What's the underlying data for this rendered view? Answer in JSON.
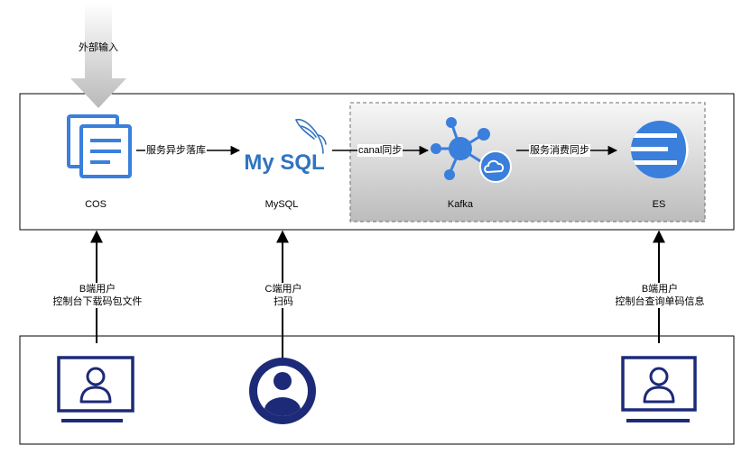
{
  "external_input": {
    "label": "外部输入"
  },
  "nodes": {
    "cos": {
      "label": "COS"
    },
    "mysql": {
      "label": "MySQL",
      "logo_text": "My SQL"
    },
    "kafka": {
      "label": "Kafka"
    },
    "es": {
      "label": "ES"
    }
  },
  "flows": {
    "cos_to_mysql": "服务异步落库",
    "mysql_to_kafka": "canal同步",
    "kafka_to_es": "服务消费同步"
  },
  "users": {
    "b_left": {
      "line1": "B端用户",
      "line2": "控制台下载码包文件"
    },
    "c": {
      "line1": "C端用户",
      "line2": "扫码"
    },
    "b_right": {
      "line1": "B端用户",
      "line2": "控制台查询单码信息"
    }
  },
  "colors": {
    "blue": "#3a7fdc",
    "navy": "#1d2a78",
    "mysql_blue": "#2f74c0",
    "border": "#000000",
    "dashed_border": "#6e6e6e"
  }
}
